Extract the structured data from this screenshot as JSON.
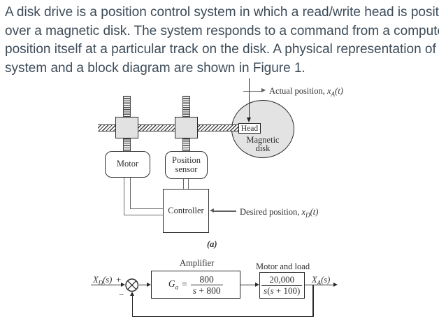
{
  "intro": {
    "lines": [
      "A disk drive is a position control system in which a read/write head is positioned",
      "over a magnetic disk. The system responds to a command from a computer to",
      "position itself at a particular track on the disk. A physical representation of the",
      "system and a block diagram are shown in Figure 1."
    ]
  },
  "figure_a": {
    "motor": "Motor",
    "sensor_line1": "Position",
    "sensor_line2": "sensor",
    "controller": "Controller",
    "head": "Head",
    "disk_line1": "Magnetic",
    "disk_line2": "disk",
    "actual_position": {
      "label": "Actual position, ",
      "var": "x",
      "sub": "A",
      "arg": "(t)"
    },
    "desired_position": {
      "label": "Desired position, ",
      "var": "x",
      "sub": "D",
      "arg": "(t)"
    },
    "caption": "(a)"
  },
  "figure_b": {
    "input": {
      "var": "X",
      "sub": "D",
      "arg": "(s)"
    },
    "output": {
      "var": "X",
      "sub": "A",
      "arg": "(s)"
    },
    "plus": "+",
    "minus": "−",
    "amplifier": {
      "title": "Amplifier",
      "gain_var": "G",
      "gain_sub": "a",
      "eq": "=",
      "num": "800",
      "den_var": "s",
      "den_rest": " + 800"
    },
    "motor_load": {
      "title": "Motor and load",
      "num": "20,000",
      "den_p1": "s",
      "den_p2": "(",
      "den_p3": "s",
      "den_p4": " + 100)"
    }
  },
  "colors": {
    "body_text": "#3d4c59",
    "diagram_line": "#2a2a2a",
    "fill_gray": "#e3e3e3"
  }
}
